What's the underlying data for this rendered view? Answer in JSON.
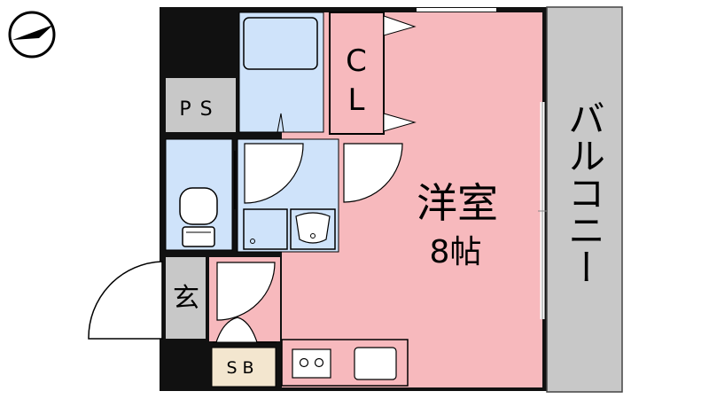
{
  "labels": {
    "ps": "PS",
    "closet": "CL",
    "western_room": "洋室",
    "room_size": "8帖",
    "balcony": "バルコニー",
    "entrance": "玄",
    "shoe_box": "SB"
  },
  "compass": {
    "direction": "west",
    "icon": "compass-arrow-icon"
  },
  "colors": {
    "wall": "#111111",
    "room": "#f7b9bd",
    "wet_area": "#cfe3fa",
    "balcony": "#c8c8c8",
    "entrance": "#c8c8c8",
    "ps": "#c8c8c8",
    "shoe_box": "#f3e6cf",
    "kitchen": "#f7b9bd"
  }
}
